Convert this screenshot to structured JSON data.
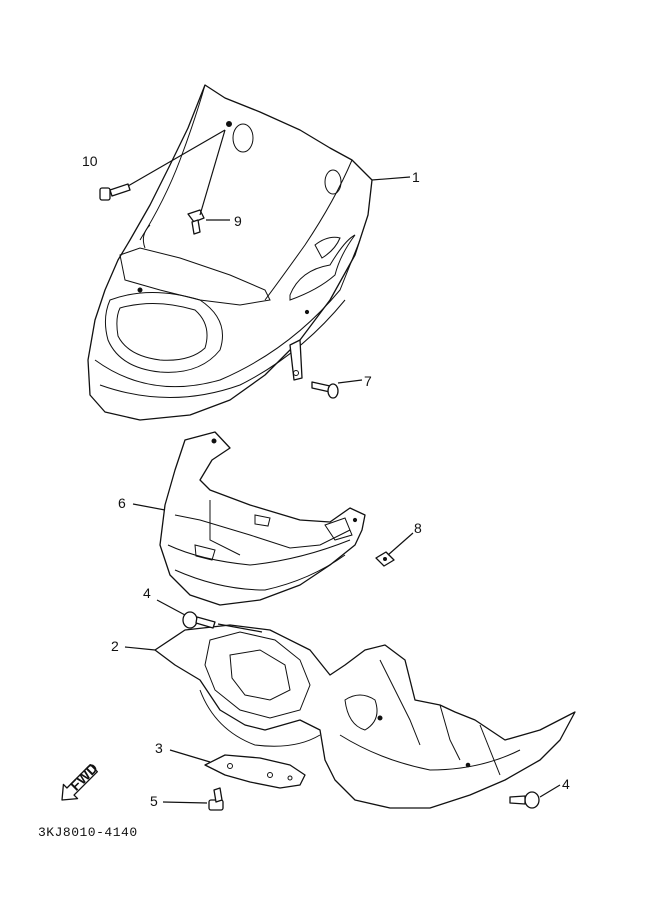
{
  "diagram": {
    "drawing_code": "3KJ8010-4140",
    "fwd_marker": "FWD",
    "callouts": [
      {
        "id": "1",
        "label": "1",
        "part": "front-cover"
      },
      {
        "id": "2",
        "label": "2",
        "part": "under-cover"
      },
      {
        "id": "3",
        "label": "3",
        "part": "plate"
      },
      {
        "id": "4a",
        "label": "4",
        "part": "bolt-upper"
      },
      {
        "id": "4b",
        "label": "4",
        "part": "bolt-lower"
      },
      {
        "id": "5",
        "label": "5",
        "part": "screw"
      },
      {
        "id": "6",
        "label": "6",
        "part": "inner-cover"
      },
      {
        "id": "7",
        "label": "7",
        "part": "screw-front"
      },
      {
        "id": "8",
        "label": "8",
        "part": "nut"
      },
      {
        "id": "9",
        "label": "9",
        "part": "screw-top"
      },
      {
        "id": "10",
        "label": "10",
        "part": "screw-side"
      }
    ]
  }
}
